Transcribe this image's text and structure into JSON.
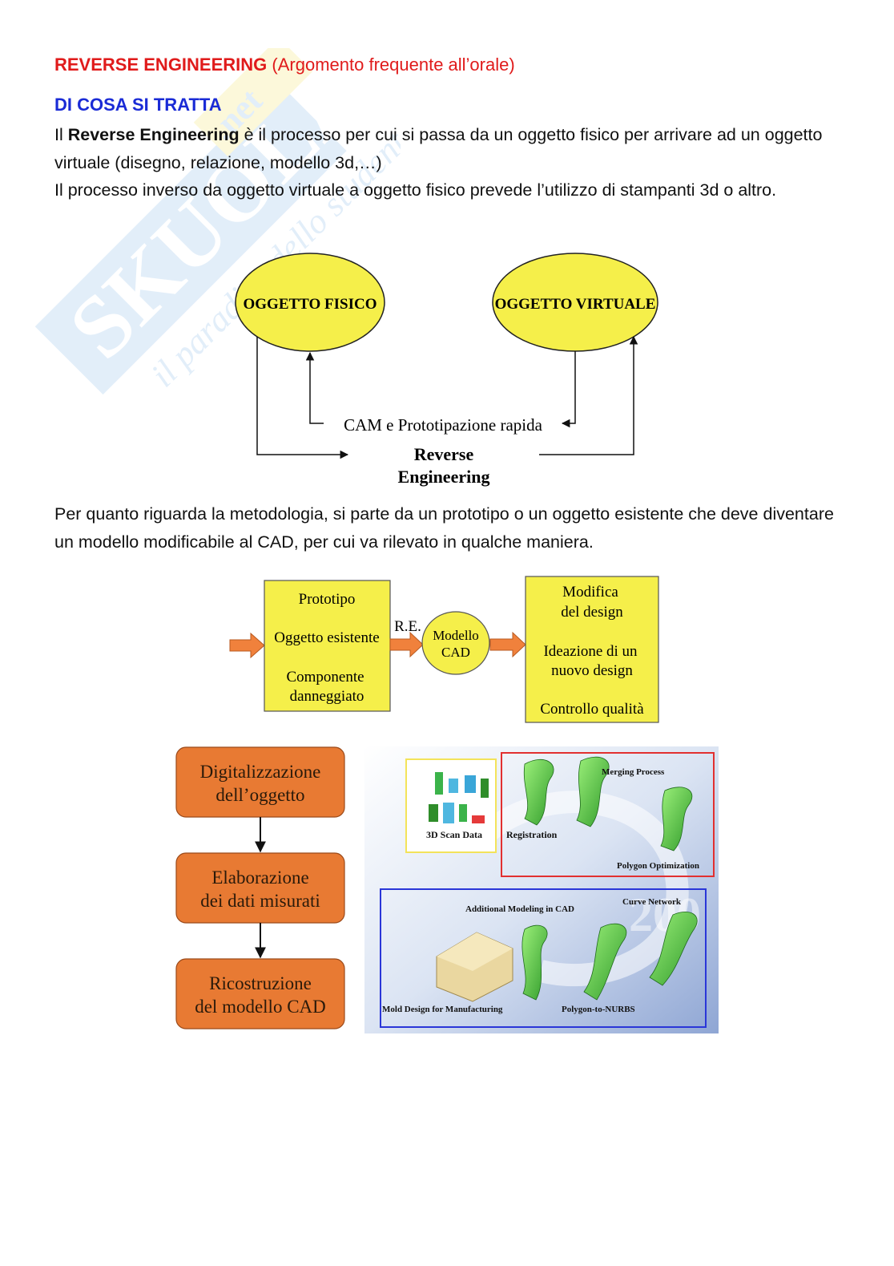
{
  "heading": {
    "title": "REVERSE ENGINEERING",
    "note": "(Argomento frequente all’orale)"
  },
  "section": {
    "title": "DI COSA SI TRATTA"
  },
  "intro": {
    "p1_bold": "Reverse Engineering",
    "p1_pre": "Il ",
    "p1_post": " è il processo per cui si passa da un oggetto fisico per arrivare ad un oggetto virtuale (disegno, relazione, modello 3d,…)",
    "p2": "Il processo inverso da oggetto virtuale a oggetto fisico prevede l’utilizzo di stampanti 3d o altro."
  },
  "diagram1": {
    "left_node": "OGGETTO FISICO",
    "right_node": "OGGETTO VIRTUALE",
    "inverse_label": "CAM e Prototipazione rapida",
    "forward_label_1": "Reverse",
    "forward_label_2": "Engineering",
    "node_color": "#f5ef4a"
  },
  "methodology": {
    "text": "Per quanto riguarda la metodologia, si parte da un prototipo o un oggetto esistente che deve diventare un modello modificabile al CAD, per cui va rilevato in qualche maniera."
  },
  "diagram2": {
    "inputs": [
      "Prototipo",
      "Oggetto esistente",
      "Componente",
      "danneggiato"
    ],
    "re_label": "R.E.",
    "model_1": "Modello",
    "model_2": "CAD",
    "outputs": [
      "Modifica",
      "del design",
      "Ideazione di un",
      "nuovo design",
      "Controllo qualità"
    ],
    "box_color": "#f5ef4a",
    "arrow_color": "#f0813c"
  },
  "flow": {
    "steps": [
      {
        "l1": "Digitalizzazione",
        "l2": "dell’oggetto"
      },
      {
        "l1": "Elaborazione",
        "l2": "dei dati misurati"
      },
      {
        "l1": "Ricostruzione",
        "l2": "del modello CAD"
      }
    ],
    "box_color": "#e87a33"
  },
  "scan_image": {
    "labels": {
      "scan": "3D Scan Data",
      "registration": "Registration",
      "merging": "Merging Process",
      "polygon_opt": "Polygon Optimization",
      "additional": "Additional Modeling in CAD",
      "curve": "Curve Network",
      "mold": "Mold Design for Manufacturing",
      "nurbs": "Polygon-to-NURBS"
    }
  }
}
